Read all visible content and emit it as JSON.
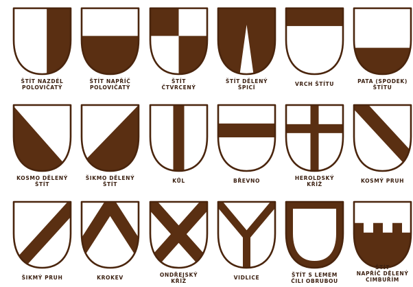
{
  "colors": {
    "tincture": "#5a2f12",
    "field": "#ffffff",
    "outline": "#4a250d"
  },
  "shields": [
    {
      "type": "pale-half",
      "lines": [
        "ŠTÍT NAZDÉL",
        "POLOVIČATÝ"
      ]
    },
    {
      "type": "fess-half",
      "lines": [
        "ŠTÍT NAPŘÍČ",
        "POLOVIČATÝ"
      ]
    },
    {
      "type": "quartered",
      "lines": [
        "ŠTÍT",
        "ČTVRCENÝ"
      ]
    },
    {
      "type": "point",
      "lines": [
        "ŠTÍT DĚLENÝ",
        "ŠPICÍ"
      ]
    },
    {
      "type": "chief",
      "lines": [
        "VRCH ŠTÍTU"
      ]
    },
    {
      "type": "base",
      "lines": [
        "PATA (SPODEK)",
        "ŠTÍTU"
      ]
    },
    {
      "type": "per-bend",
      "lines": [
        "KOSMO DĚLENÝ",
        "ŠTÍT"
      ]
    },
    {
      "type": "per-bend-sinister",
      "lines": [
        "ŠIKMO DĚLENÝ",
        "ŠTÍT"
      ]
    },
    {
      "type": "pale",
      "lines": [
        "KŮL"
      ]
    },
    {
      "type": "fess",
      "lines": [
        "BŘEVNO"
      ]
    },
    {
      "type": "cross",
      "lines": [
        "HEROLDSKÝ",
        "KŘÍŽ"
      ]
    },
    {
      "type": "bend",
      "lines": [
        "KOSMÝ PRUH"
      ]
    },
    {
      "type": "bend-sinister",
      "lines": [
        "ŠIKMÝ PRUH"
      ]
    },
    {
      "type": "chevron",
      "lines": [
        "KROKEV"
      ]
    },
    {
      "type": "saltire",
      "lines": [
        "ONDŘEJSKÝ",
        "KŘÍŽ"
      ]
    },
    {
      "type": "pall",
      "lines": [
        "VIDLICE"
      ]
    },
    {
      "type": "bordure",
      "lines": [
        "ŠTÍT S LEMEM",
        "ČILI OBRUBOU"
      ]
    },
    {
      "type": "embattled",
      "lines": [
        "ŠTÍT",
        "NAPŘÍČ DĚLENÝ",
        "CIMBUŘÍM"
      ]
    }
  ]
}
